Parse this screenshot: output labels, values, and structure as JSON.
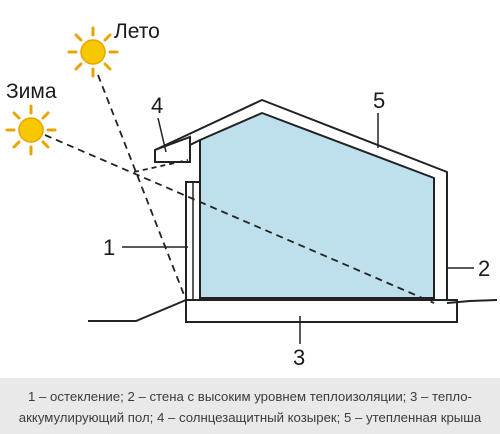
{
  "labels": {
    "summer": "Лето",
    "winter": "Зима",
    "n1": "1",
    "n2": "2",
    "n3": "3",
    "n4": "4",
    "n5": "5"
  },
  "caption": {
    "line1": "1 – остекление; 2 – стена с высоким уровнем теплоизоляции; 3 – тепло-",
    "line2": "аккумулирующий пол; 4 – солнцезащитный козырек; 5 – утепленная крыша"
  },
  "colors": {
    "interior": "#bde0ec",
    "sun": "#f6c800",
    "sun_rays": "#e8a400",
    "outline": "#222222",
    "caption_bg": "#e9e9ea"
  },
  "icons": [
    "sun-icon-summer",
    "sun-icon-winter"
  ]
}
